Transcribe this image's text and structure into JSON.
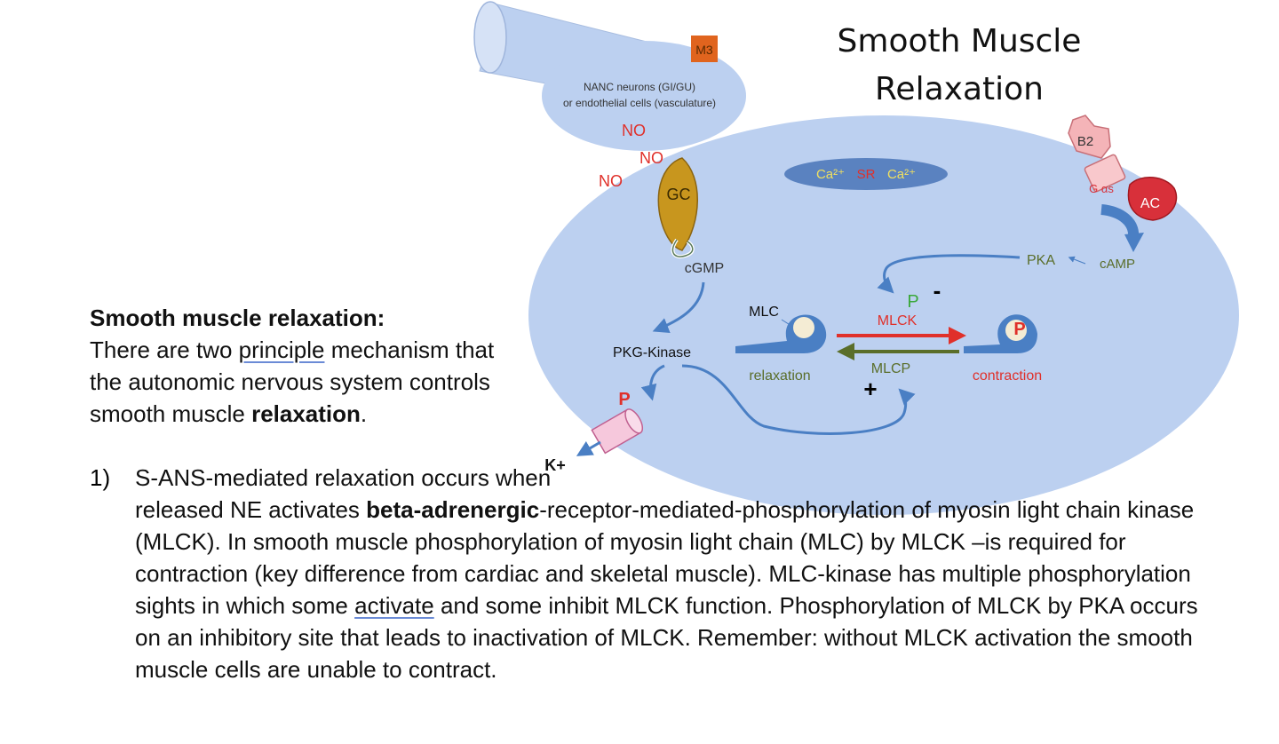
{
  "title_line1": "Smooth Muscle",
  "title_line2": "Relaxation",
  "diagram": {
    "neuron_label_1": "NANC neurons (GI/GU)",
    "neuron_label_2": "or endothelial cells (vasculature)",
    "m3": "M3",
    "no_1": "NO",
    "no_2": "NO",
    "no_3": "NO",
    "gc": "GC",
    "cgmp": "cGMP",
    "sr_ca_left": "Ca²⁺",
    "sr": "SR",
    "sr_ca_right": "Ca²⁺",
    "b2": "B2",
    "galpha": "G αs",
    "ac": "AC",
    "pka": "PKA",
    "camp": "cAMP",
    "p_green": "P",
    "minus": "-",
    "mlc": "MLC",
    "mlck": "MLCK",
    "mlcp": "MLCP",
    "plus": "+",
    "p_red": "P",
    "relaxation": "relaxation",
    "contraction": "contraction",
    "pkg": "PKG-Kinase",
    "p_channel": "P",
    "k_ion": "K+"
  },
  "text": {
    "heading": "Smooth muscle relaxation:",
    "para_a": "There are two ",
    "para_b": "principle",
    "para_c": " mechanism that the autonomic nervous system controls smooth muscle ",
    "para_d": "relaxation",
    "para_e": ".",
    "item_number": "1)",
    "item_a": "S-ANS-mediated relaxation occurs when released NE activates ",
    "item_b": "beta-adrenergic",
    "item_c": "-receptor-mediated-phosphorylation of myosin light chain kinase (MLCK). In smooth muscle phosphorylation of myosin light chain (MLC) by MLCK –is required for contraction (key difference from cardiac and skeletal muscle).  MLC-kinase has multiple phosphorylation sights in which some ",
    "item_d": "activate",
    "item_e": " and some inhibit MLCK function.  Phosphorylation of MLCK by PKA occurs on an inhibitory site that leads to inactivation of MLCK. Remember: without MLCK activation the smooth muscle cells are unable to contract."
  },
  "colors": {
    "cell": "#bcd0f0",
    "arrow_blue": "#4a7fc4",
    "red": "#e0302a",
    "green_arrow": "#5a6e2a",
    "gc_gold": "#c8961e",
    "sr_blue": "#5a82c0",
    "m3_orange": "#e0641e",
    "ac_red": "#d8303a"
  }
}
